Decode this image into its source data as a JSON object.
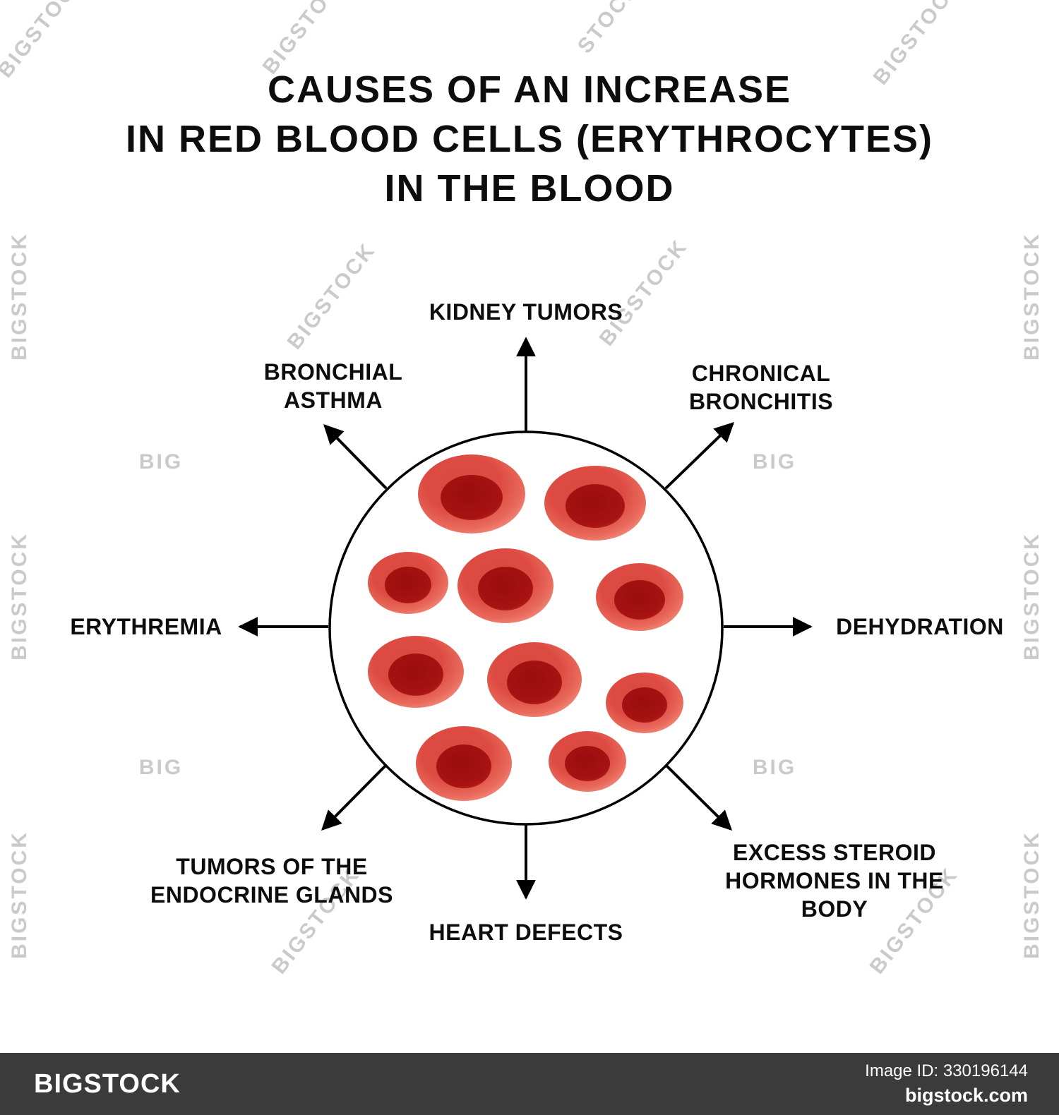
{
  "title": "CAUSES OF AN INCREASE\nIN RED BLOOD CELLS (ERYTHROCYTES)\nIN THE BLOOD",
  "diagram": {
    "subject": "red blood cells (erythrocytes) cluster",
    "causes": {
      "top": "KIDNEY TUMORS",
      "top_left": "BRONCHIAL\nASTHMA",
      "top_right": "CHRONICAL\nBRONCHITIS",
      "left": "ERYTHREMIA",
      "right": "DEHYDRATION",
      "bottom_left": "TUMORS OF THE\nENDOCRINE GLANDS",
      "bottom_right": "EXCESS STEROID\nHORMONES IN THE BODY",
      "bottom": "HEART DEFECTS"
    }
  },
  "colors": {
    "cell_body_red": "#dd4a41",
    "cell_rim_pink": "#f49a8c",
    "cell_core_dark_red": "#9a0d0d",
    "outline_black": "#000000",
    "footer_bar": "#3b3b3b",
    "watermark_gray": "#a0a0a0"
  },
  "watermarks": {
    "brand": "BIGSTOCK",
    "short": "BIG",
    "partial": "STOCK"
  },
  "footer": {
    "brand": "BIGSTOCK",
    "image_id_label": "Image ID: 330196144",
    "website": "bigstock.com"
  }
}
